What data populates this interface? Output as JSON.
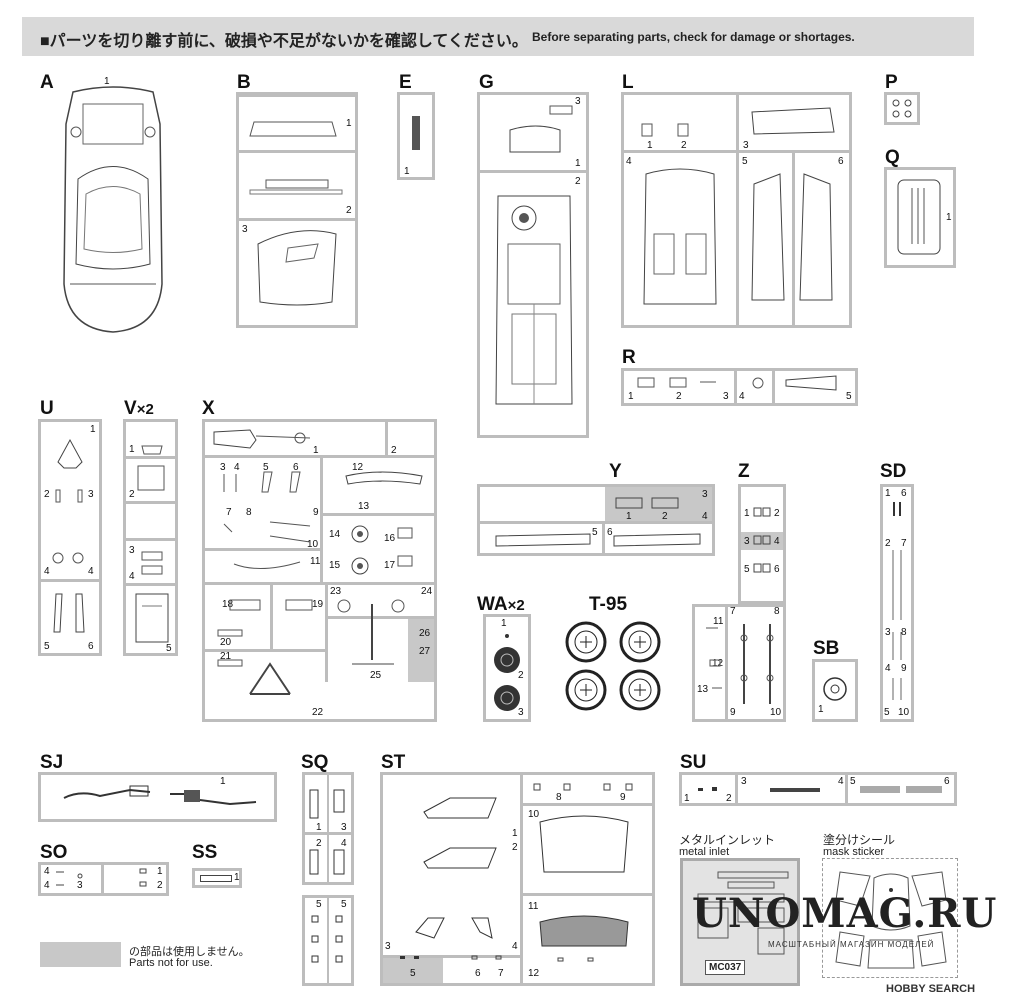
{
  "header": {
    "jp": "■パーツを切り離す前に、破損や不足がないかを確認してください。",
    "en": "Before separating parts, check for damage or shortages."
  },
  "sprues": {
    "A": "A",
    "B": "B",
    "E": "E",
    "G": "G",
    "L": "L",
    "P": "P",
    "Q": "Q",
    "R": "R",
    "U": "U",
    "V": "V",
    "V_mult": "×2",
    "X": "X",
    "Y": "Y",
    "Z": "Z",
    "SD": "SD",
    "WA": "WA",
    "WA_mult": "×2",
    "T95": "T-95",
    "SB": "SB",
    "SJ": "SJ",
    "SQ": "SQ",
    "ST": "ST",
    "SU": "SU",
    "SO": "SO",
    "SS": "SS"
  },
  "captions": {
    "metal_jp": "メタルインレット",
    "metal_en": "metal inlet",
    "mask_jp": "塗分けシール",
    "mask_en": "mask sticker",
    "metal_code": "MC037",
    "legend_jp": "の部品は使用しません。",
    "legend_en": "Parts not for use."
  },
  "branding": {
    "watermark": "UNOMAG.RU",
    "watermark_sub": "МАСШТАБНЫЙ МАГАЗИН МОДЕЛЕЙ",
    "hobby_search": "HOBBY SEARCH"
  },
  "nums": {
    "n1": "1",
    "n2": "2",
    "n3": "3",
    "n4": "4",
    "n5": "5",
    "n6": "6",
    "n7": "7",
    "n8": "8",
    "n9": "9",
    "n10": "10",
    "n11": "11",
    "n12": "12",
    "n13": "13",
    "n14": "14",
    "n15": "15",
    "n16": "16",
    "n17": "17",
    "n18": "18",
    "n19": "19",
    "n20": "20",
    "n21": "21",
    "n22": "22",
    "n23": "23",
    "n24": "24",
    "n25": "25",
    "n26": "26",
    "n27": "27"
  },
  "colors": {
    "frame": "#bdbdbd",
    "unused": "#c8c8c8",
    "header": "#d9d9d9"
  }
}
